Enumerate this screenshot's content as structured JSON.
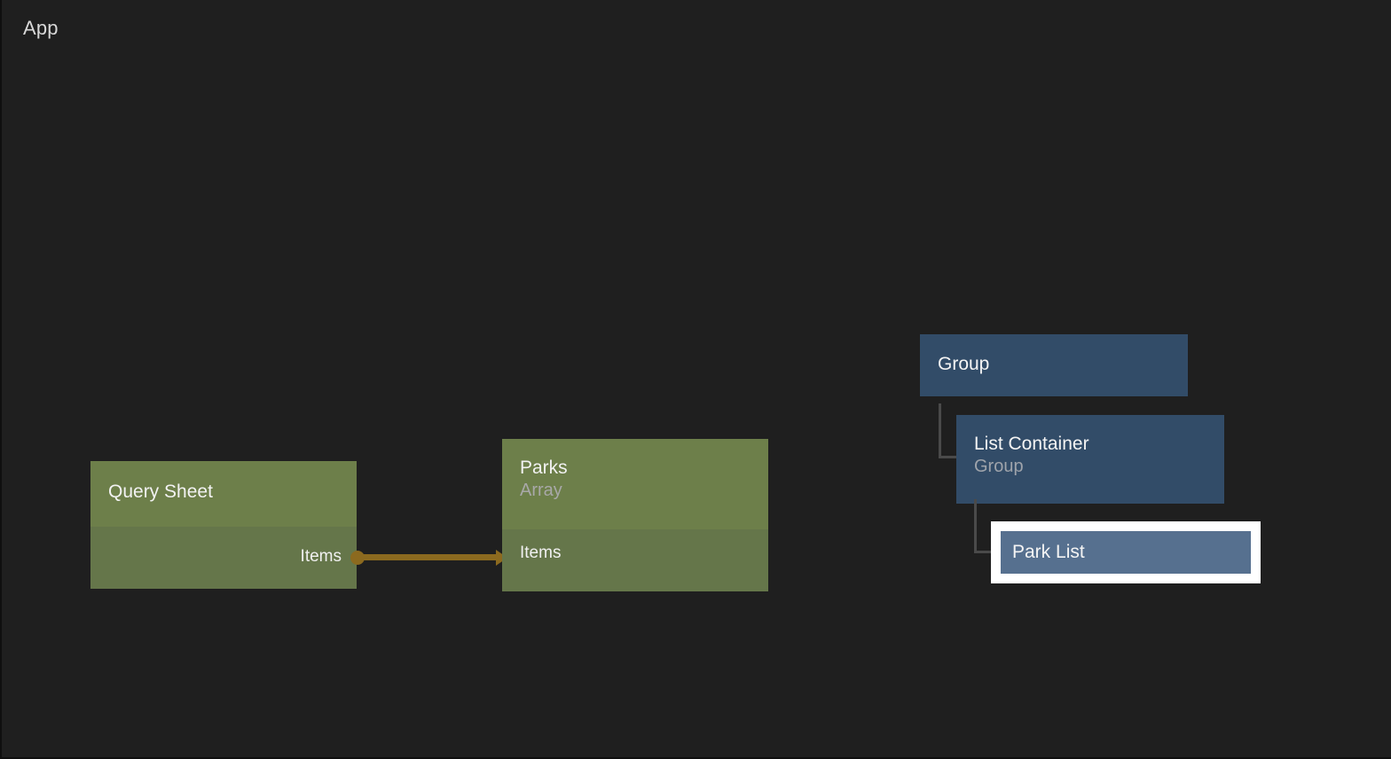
{
  "canvas": {
    "title": "App",
    "background_color": "#1f1f1f"
  },
  "nodes": {
    "query_sheet": {
      "title": "Query Sheet",
      "type_label": "",
      "color": "#6d7f4a",
      "body_color": "#65764a",
      "ports": [
        {
          "label": "Items",
          "side": "output"
        }
      ]
    },
    "parks": {
      "title": "Parks",
      "type_label": "Array",
      "color": "#6d7f4a",
      "body_color": "#65764a",
      "ports": [
        {
          "label": "Items",
          "side": "input"
        }
      ]
    },
    "group": {
      "title": "Group",
      "type_label": "",
      "color": "#324c68"
    },
    "list_container": {
      "title": "List Container",
      "type_label": "Group",
      "color": "#324c68"
    },
    "park_list": {
      "title": "Park List",
      "type_label": "",
      "color": "#56708f",
      "selected": true,
      "selection_color": "#ffffff"
    }
  },
  "connections": [
    {
      "from": "query_sheet.Items",
      "to": "parks.Items",
      "color": "#8c6a1f"
    }
  ]
}
